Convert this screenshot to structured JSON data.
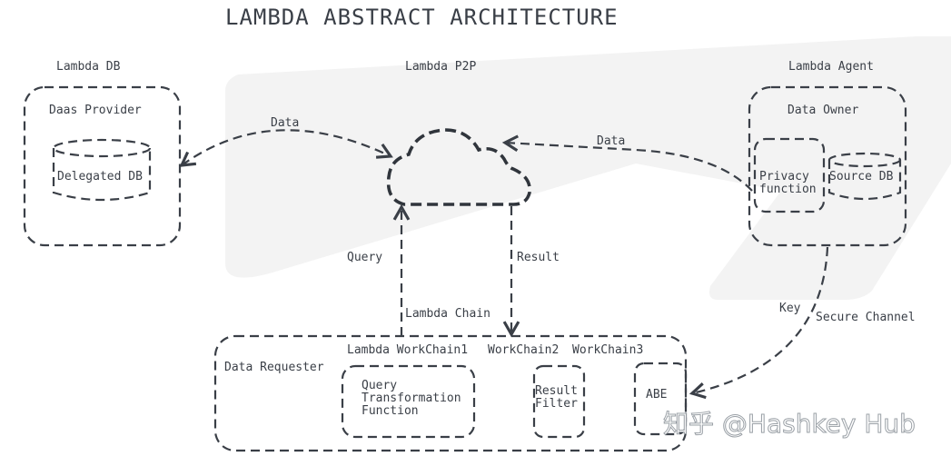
{
  "title": "LAMBDA ABSTRACT ARCHITECTURE",
  "components": {
    "lambda_db": {
      "group_label": "Lambda DB",
      "box_label": "Daas Provider",
      "database": "Delegated DB"
    },
    "lambda_p2p": {
      "group_label": "Lambda P2P"
    },
    "lambda_agent": {
      "group_label": "Lambda Agent",
      "box_label": "Data Owner",
      "privacy_function": [
        "Privacy",
        "function"
      ],
      "database": "Source DB"
    },
    "data_requester": {
      "box_label": "Data Requester",
      "workchain_labels": [
        "Lambda WorkChain1",
        "WorkChain2",
        "WorkChain3"
      ],
      "query_transformation": [
        "Query",
        "Transformation",
        "Function"
      ],
      "result_filter": [
        "Result",
        "Filter"
      ],
      "abe": "ABE"
    }
  },
  "edges": {
    "db_p2p": "Data",
    "agent_p2p": "Data",
    "query": "Query",
    "result": "Result",
    "chain": "Lambda Chain",
    "key": "Key",
    "secure_channel": "Secure Channel"
  },
  "watermark": "知乎 @Hashkey Hub",
  "colors": {
    "stroke": "#3a3f47",
    "background_shape": "#f3f3f3"
  }
}
